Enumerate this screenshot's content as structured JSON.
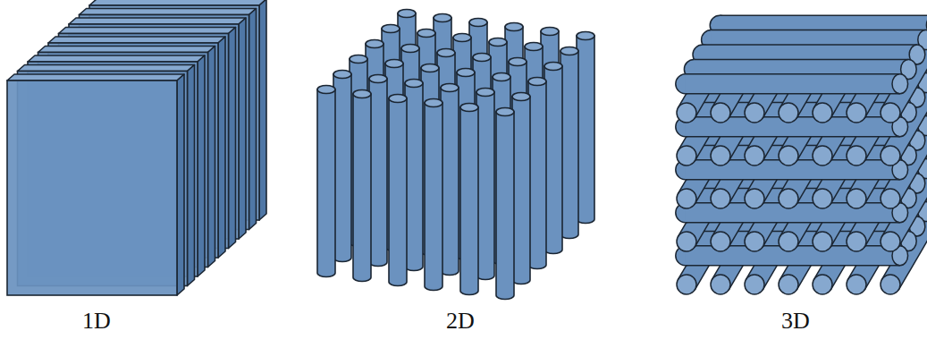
{
  "diagram": {
    "labels": [
      "1D",
      "2D",
      "3D"
    ]
  }
}
